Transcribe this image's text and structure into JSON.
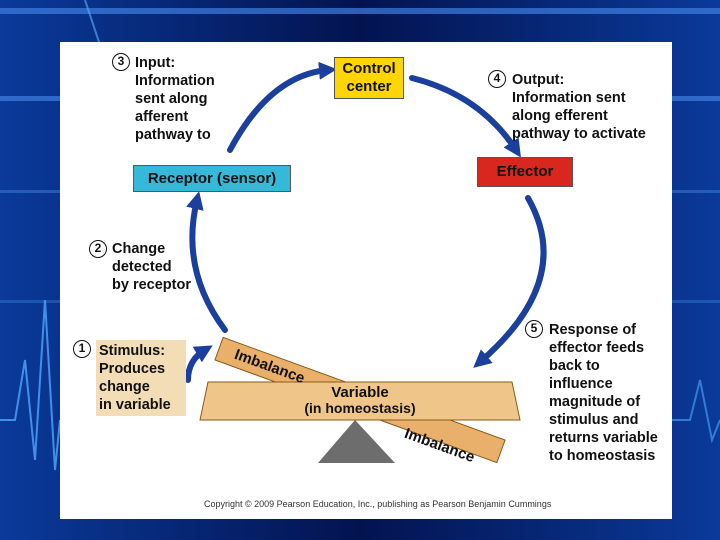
{
  "colors": {
    "background": "#02082a",
    "panel": "#ffffff",
    "arrow": "#1a3f9c",
    "control_center": "#ffd500",
    "receptor": "#36b8d9",
    "effector": "#d9261f",
    "beam": "#e8b06a",
    "stimulus_box": "#f3ddb7",
    "fulcrum": "#6d6d6d"
  },
  "diagram": {
    "control_center": "Control\ncenter",
    "receptor": "Receptor (sensor)",
    "effector": "Effector",
    "steps": [
      {
        "number": "3",
        "text": "Input:\nInformation\nsent along\nafferent\npathway to"
      },
      {
        "number": "4",
        "text": "Output:\nInformation sent\nalong efferent\npathway to activate"
      },
      {
        "number": "2",
        "text": "Change\ndetected\nby receptor"
      },
      {
        "number": "1",
        "text": "Stimulus:\nProduces\nchange\nin variable"
      },
      {
        "number": "5",
        "text": "Response of\neffector feeds\nback to\ninfluence\nmagnitude of\nstimulus and\nreturns variable\nto homeostasis"
      }
    ],
    "imbalance_top": "Imbalance",
    "imbalance_bottom": "Imbalance",
    "variable_title": "Variable",
    "variable_subtitle": "(in homeostasis)",
    "copyright": "Copyright © 2009 Pearson Education, Inc., publishing as Pearson Benjamin Cummings"
  },
  "icons": [
    "circle-number",
    "cycle-arrow",
    "seesaw-fulcrum"
  ]
}
